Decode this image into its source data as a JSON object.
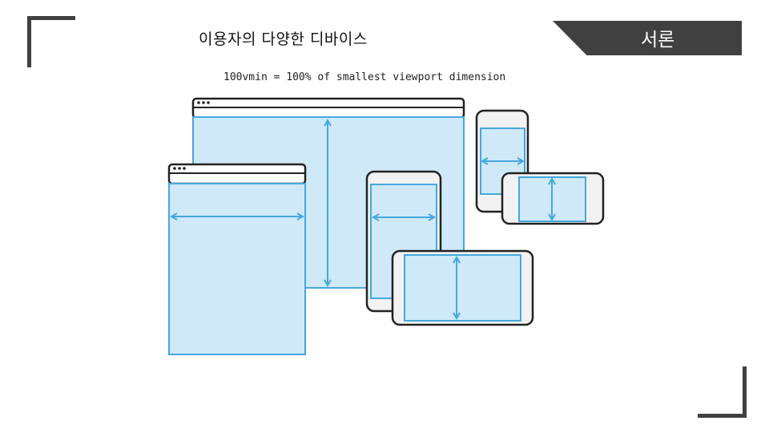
{
  "slide": {
    "title": "이용자의 다양한 디바이스",
    "section_tag": "서론",
    "caption": "100vmin = 100% of smallest viewport dimension"
  },
  "colors": {
    "frame": "#404040",
    "viewport_fill": "#cfe9f9",
    "viewport_stroke": "#45a8dc",
    "device_outline": "#222222",
    "device_fill": "#f2f2f2"
  },
  "illustration": {
    "devices": [
      {
        "name": "desktop-browser-large",
        "type": "browser-window",
        "arrow": "vertical"
      },
      {
        "name": "desktop-browser-small",
        "type": "browser-window",
        "arrow": "horizontal"
      },
      {
        "name": "tablet-portrait",
        "type": "tablet",
        "arrow": "horizontal"
      },
      {
        "name": "tablet-landscape",
        "type": "tablet",
        "arrow": "vertical"
      },
      {
        "name": "phone-portrait",
        "type": "phone",
        "arrow": "horizontal"
      },
      {
        "name": "phone-landscape",
        "type": "phone",
        "arrow": "vertical"
      }
    ]
  }
}
